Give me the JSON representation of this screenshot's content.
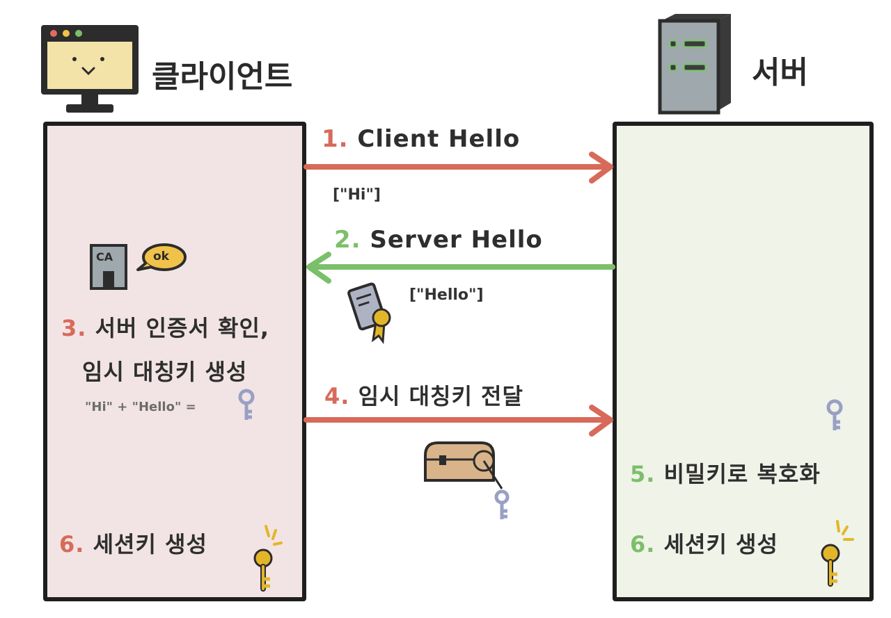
{
  "colors": {
    "red": "#d86a5a",
    "green": "#7cbf6a",
    "client_panel": "#f2e4e4",
    "server_panel": "#eff3e8",
    "key_lavender": "#9a9fc4",
    "key_gold": "#e3b62a"
  },
  "titles": {
    "client": "클라이언트",
    "server": "서버"
  },
  "steps": {
    "s1": {
      "num": "1.",
      "label": "Client Hello",
      "payload": "[\"Hi\"]"
    },
    "s2": {
      "num": "2.",
      "label": "Server Hello",
      "payload": "[\"Hello\"]"
    },
    "s3": {
      "num": "3.",
      "line1": "서버 인증서 확인,",
      "line2": "임시 대칭키 생성",
      "formula": "\"Hi\" + \"Hello\" =",
      "ca_label": "CA",
      "ok_label": "ok"
    },
    "s4": {
      "num": "4.",
      "label": "임시 대칭키 전달"
    },
    "s5": {
      "num": "5.",
      "label": "비밀키로 복호화"
    },
    "s6_client": {
      "num": "6.",
      "label": "세션키 생성"
    },
    "s6_server": {
      "num": "6.",
      "label": "세션키 생성"
    }
  },
  "icons": [
    "monitor-icon",
    "server-tower-icon",
    "ca-building-icon",
    "ok-bubble-icon",
    "certificate-icon",
    "chest-icon",
    "temp-key-icon",
    "session-key-icon"
  ]
}
